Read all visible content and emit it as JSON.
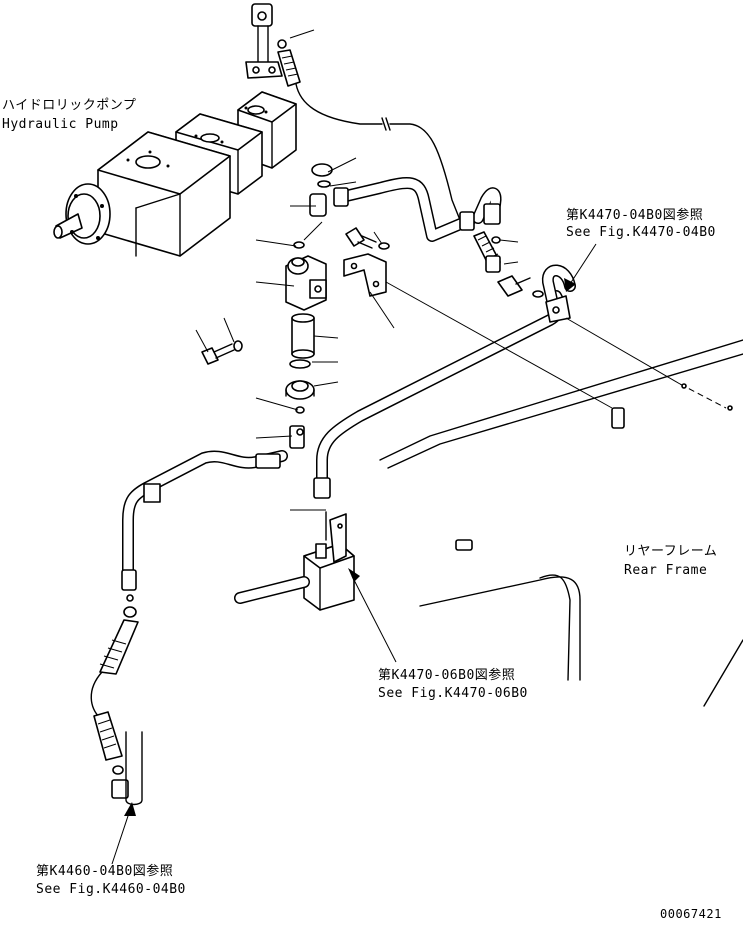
{
  "labels": {
    "hydraulic_pump_jp": "ハイドロリックポンプ",
    "hydraulic_pump_en": "Hydraulic Pump",
    "rear_frame_jp": "リヤーフレーム",
    "rear_frame_en": "Rear Frame",
    "ref_k4470_04b0_jp": "第K4470-04B0図参照",
    "ref_k4470_04b0_en": "See Fig.K4470-04B0",
    "ref_k4470_06b0_jp": "第K4470-06B0図参照",
    "ref_k4470_06b0_en": "See Fig.K4470-06B0",
    "ref_k4460_04b0_jp": "第K4460-04B0図参照",
    "ref_k4460_04b0_en": "See Fig.K4460-04B0",
    "drawing_number": "00067421"
  }
}
